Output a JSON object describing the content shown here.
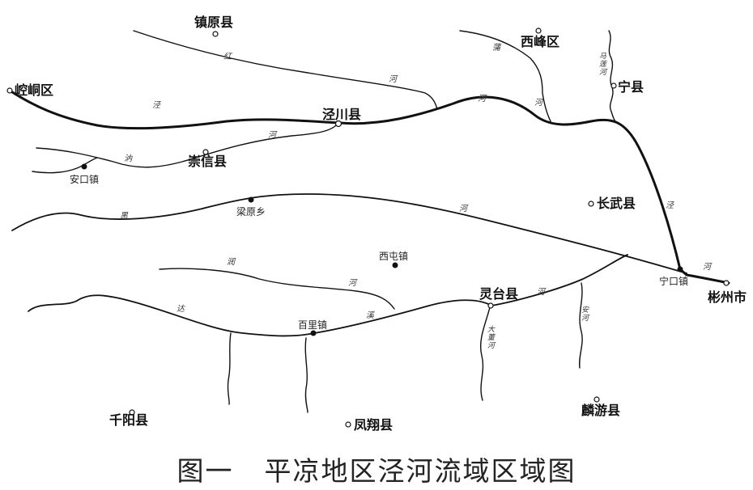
{
  "cities": {
    "zhenyuan": "镇原县",
    "xifeng": "西峰区",
    "kongtong": "崆峒区",
    "ningxian": "宁县",
    "jingchuan": "泾川县",
    "chongxin": "崇信县",
    "ankou": "安口镇",
    "changwu": "长武县",
    "liangyuan": "梁原乡",
    "xitun": "西屯镇",
    "ningkou": "宁口镇",
    "binzhou": "彬州市",
    "lingtai": "灵台县",
    "baili": "百里镇",
    "qianyang": "千阳县",
    "fengxiang": "凤翔县",
    "linyou": "麟游县"
  },
  "river_chars": {
    "hong": "红",
    "hong_he": "河",
    "pu": "蒲",
    "pu_he": "河",
    "jing1": "泾",
    "jing_he": "河",
    "jing_right": "泾",
    "jing_he_right": "河",
    "ru": "汭",
    "ru_he": "河",
    "heihe": "黑",
    "heihe_he": "河",
    "runhe": "润",
    "runhe_he": "河",
    "da": "达",
    "xi": "溪",
    "dx_he": "河",
    "mazhuan": "马莲河",
    "dahe": "大董河",
    "anhe": "安河"
  },
  "caption": {
    "figure": "图一",
    "title": "平凉地区泾河流域区域图"
  }
}
